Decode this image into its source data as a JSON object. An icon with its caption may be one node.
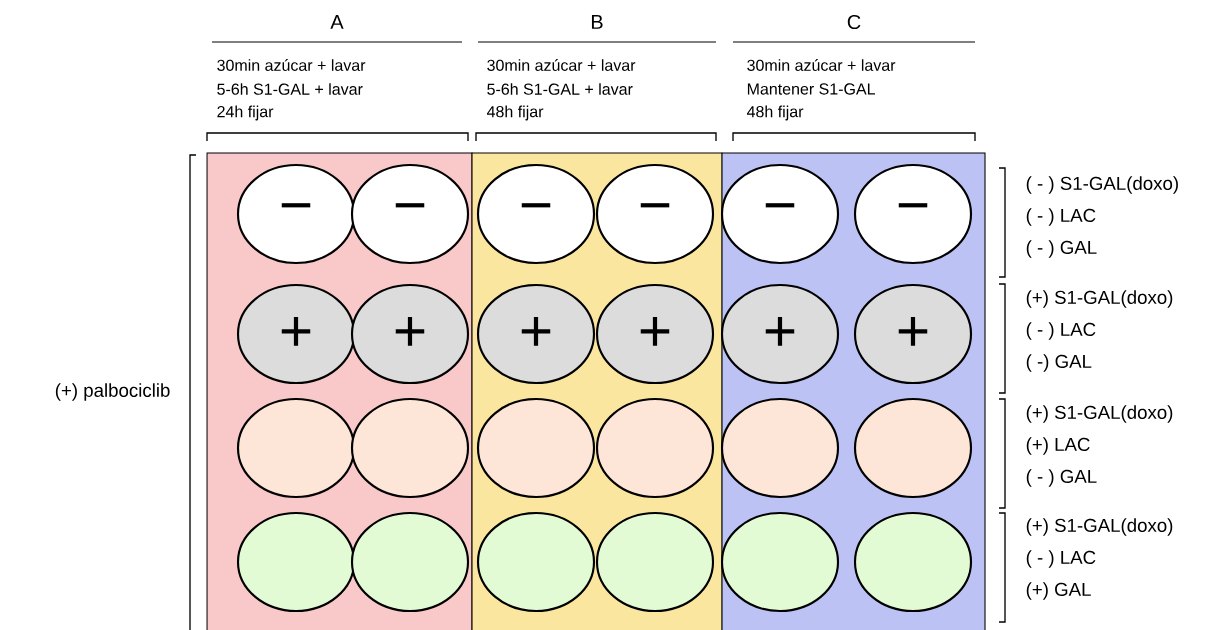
{
  "diagram": {
    "nodes": [
      {
        "text": [
          "A",
          "30min azúcar + lavar",
          "5-6h S1-GAL + lavar",
          "24h fijar"
        ]
      },
      {
        "text": [
          "−"
        ],
        "in": 0
      },
      {
        "text": [
          "−"
        ],
        "in": 0
      },
      {
        "text": [
          "+"
        ],
        "in": 0
      },
      {
        "text": [
          "+"
        ],
        "in": 0
      },
      {
        "text": [],
        "shape": "circle",
        "in": 0
      },
      {
        "text": [],
        "shape": "circle",
        "in": 0
      },
      {
        "text": [],
        "shape": "circle",
        "in": 0
      },
      {
        "text": [],
        "shape": "circle",
        "in": 0
      },
      {
        "text": [
          "B",
          "30min azúcar + lavar",
          "5-6h S1-GAL + lavar",
          "48h fijar"
        ]
      },
      {
        "text": [
          "−"
        ],
        "in": 9
      },
      {
        "text": [
          "−"
        ],
        "in": 9
      },
      {
        "text": [
          "+"
        ],
        "in": 9
      },
      {
        "text": [
          "+"
        ],
        "in": 9
      },
      {
        "text": [],
        "shape": "circle",
        "in": 9
      },
      {
        "text": [],
        "shape": "circle",
        "in": 9
      },
      {
        "text": [],
        "shape": "circle",
        "in": 9
      },
      {
        "text": [],
        "shape": "circle",
        "in": 9
      },
      {
        "text": [
          "C",
          "30min azúcar + lavar",
          "Mantener S1-GAL",
          "48h fijar"
        ]
      },
      {
        "text": [
          "−"
        ],
        "in": 18
      },
      {
        "text": [
          "−"
        ],
        "in": 18
      },
      {
        "text": [
          "+"
        ],
        "in": 18
      },
      {
        "text": [
          "+"
        ],
        "in": 18
      },
      {
        "text": [],
        "shape": "circle",
        "in": 18
      },
      {
        "text": [],
        "shape": "circle",
        "in": 18
      },
      {
        "text": [],
        "shape": "circle",
        "in": 18
      },
      {
        "text": [],
        "shape": "circle",
        "in": 18
      }
    ],
    "labels": [
      "(+) palbociclib",
      "( - ) S1-GAL(doxo)",
      "( - ) LAC",
      "( - ) GAL",
      "(+) S1-GAL(doxo)",
      "( - ) LAC",
      "(  -) GAL",
      "(+) S1-GAL(doxo)",
      "(+) LAC",
      "( - ) GAL",
      "(+) S1-GAL(doxo)",
      "( - ) LAC",
      "(+) GAL"
    ]
  }
}
